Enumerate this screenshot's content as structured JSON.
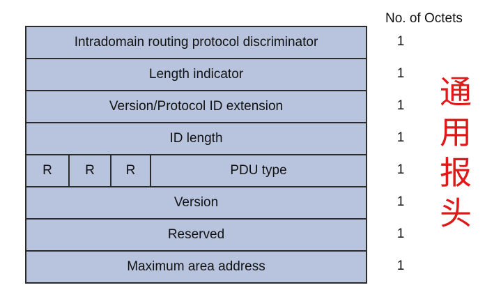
{
  "header": {
    "octets_title": "No. of Octets"
  },
  "fields": [
    {
      "label": "Intradomain routing protocol discriminator",
      "octets": "1"
    },
    {
      "label": "Length indicator",
      "octets": "1"
    },
    {
      "label": "Version/Protocol ID extension",
      "octets": "1"
    },
    {
      "label": "ID length",
      "octets": "1"
    },
    {
      "label": "PDU type",
      "bits": [
        "R",
        "R",
        "R"
      ],
      "octets": "1"
    },
    {
      "label": "Version",
      "octets": "1"
    },
    {
      "label": "Reserved",
      "octets": "1"
    },
    {
      "label": "Maximum area address",
      "octets": "1"
    }
  ],
  "annotation": {
    "chars": [
      "通",
      "用",
      "报",
      "头"
    ],
    "color": "#e01818"
  },
  "colors": {
    "row_fill": "#b8c4de",
    "border": "#2b2b2b"
  }
}
